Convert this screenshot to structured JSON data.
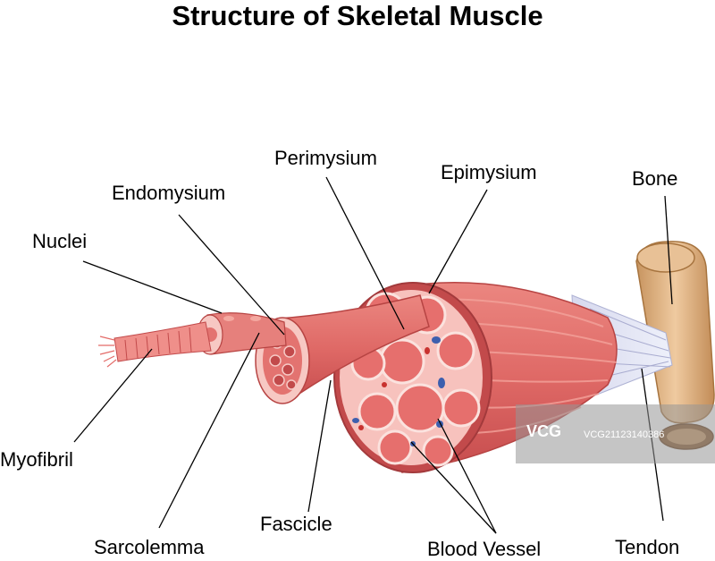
{
  "title": "Structure of Skeletal Muscle",
  "labels": {
    "perimysium": "Perimysium",
    "epimysium": "Epimysium",
    "bone": "Bone",
    "endomysium": "Endomysium",
    "nuclei": "Nuclei",
    "myofibril": "Myofibril",
    "fascicle": "Fascicle",
    "sarcolemma": "Sarcolemma",
    "blood_vessel": "Blood Vessel",
    "tendon": "Tendon"
  },
  "watermark": {
    "logo": "VCG",
    "id": "VCG21123140386"
  },
  "colors": {
    "muscle": "#e4706f",
    "muscle_dark": "#c94f50",
    "muscle_light": "#f4a8a0",
    "sheath": "#f6c9c5",
    "fascicle_core": "#d95e5c",
    "vein": "#3d5fae",
    "artery": "#c8322f",
    "tendon": "#c9cbe3",
    "bone": "#e0b788",
    "bone_dark": "#b78452"
  }
}
